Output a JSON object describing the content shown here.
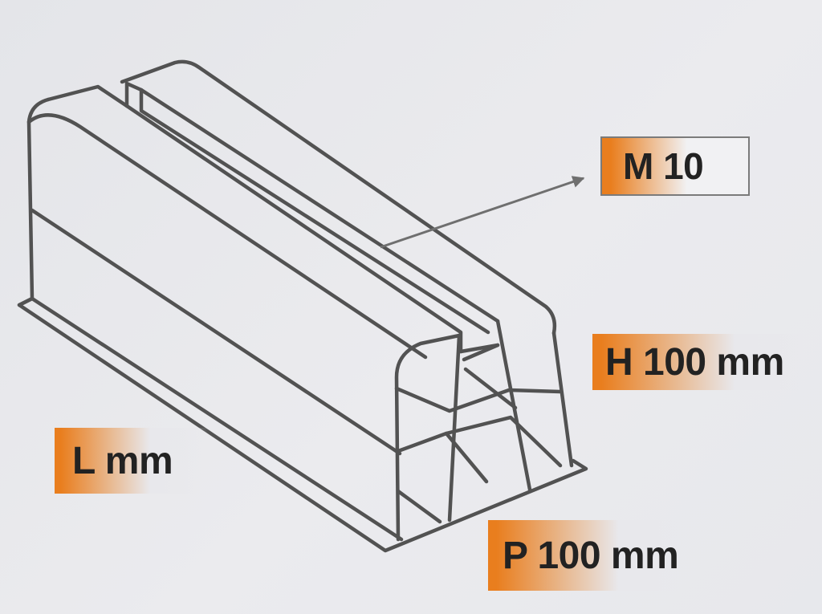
{
  "colors": {
    "accent": "#e97e1e",
    "outline": "#525252",
    "arrow": "#6f6f6f",
    "background": "#e8e8ec",
    "text": "#222222"
  },
  "labels": {
    "m": "M 10",
    "h": "H 100 mm",
    "l": "L mm",
    "p": "P 100 mm"
  }
}
